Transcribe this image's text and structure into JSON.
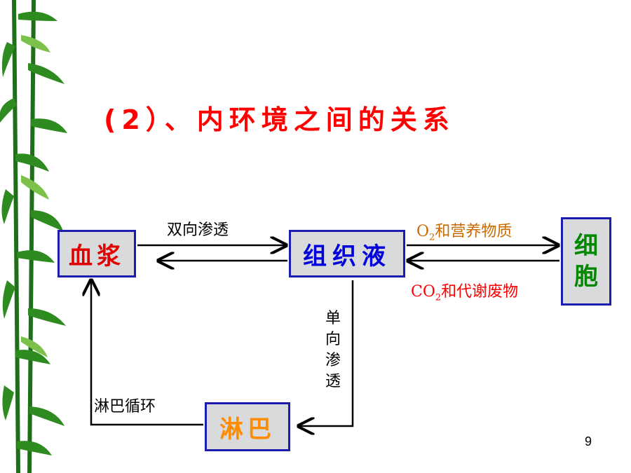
{
  "slide": {
    "title": "(2）、内环境之间的关系",
    "page_number": "9"
  },
  "nodes": {
    "plasma": "血浆",
    "tissue_fluid": "组织液",
    "cell": [
      "细",
      "胞"
    ],
    "lymph": "淋巴"
  },
  "edges": {
    "bidirectional": "双向渗透",
    "nutrients_prefix": "O",
    "nutrients_sub": "2",
    "nutrients_suffix": "和营养物质",
    "waste_prefix": "CO",
    "waste_sub": "2",
    "waste_suffix": "和代谢废物",
    "unidirectional": [
      "单",
      "向",
      "渗",
      "透"
    ],
    "lymph_circulation": "淋巴循环"
  },
  "colors": {
    "title": "#ff0000",
    "box_fill": "#d9dadc",
    "box_border": "#1c1caf",
    "plasma_text": "#e00000",
    "tissue_text": "#0000dd",
    "cell_text": "#008800",
    "lymph_text": "#ff8c00",
    "nutrients_text": "#c86a00",
    "waste_text": "#ff0000"
  }
}
